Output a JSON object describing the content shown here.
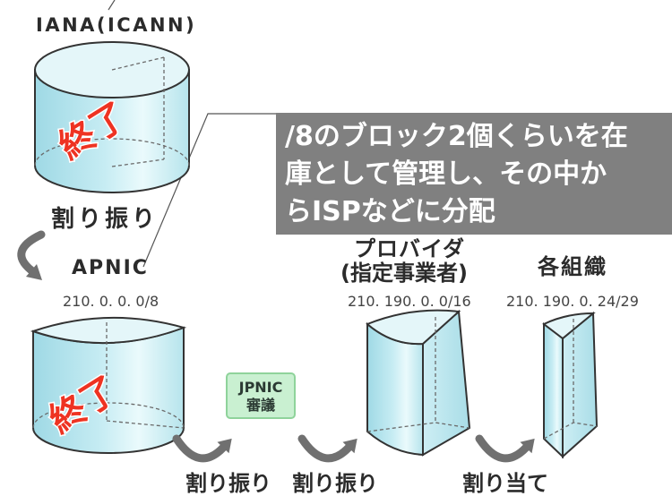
{
  "nodes": {
    "iana": {
      "label": "IANA(ICANN)",
      "status": "終了"
    },
    "apnic": {
      "label": "APNIC",
      "prefix": "210. 0. 0. 0/8",
      "status": "終了"
    },
    "jpnic": {
      "label": "JPNIC",
      "sublabel": "審議"
    },
    "provider": {
      "label": "プロバイダ",
      "sublabel": "(指定事業者)",
      "prefix": "210. 190. 0. 0/16"
    },
    "organization": {
      "label": "各組織",
      "prefix": "210. 190. 0. 24/29"
    }
  },
  "arrows": [
    {
      "label": "割り振り"
    },
    {
      "label": "割り振り"
    },
    {
      "label": "割り振り"
    },
    {
      "label": "割り当て"
    }
  ],
  "callout": {
    "lines": [
      "/8のブロック2個くらいを在",
      "庫として管理し、その中か",
      "らISPなどに分配"
    ]
  },
  "colors": {
    "status_mark": "#ee3322",
    "callout_background": "#808080",
    "cylinder": "#c6ecf3",
    "jpnic_box": "#c9f0d1",
    "arrow": "#707070"
  }
}
